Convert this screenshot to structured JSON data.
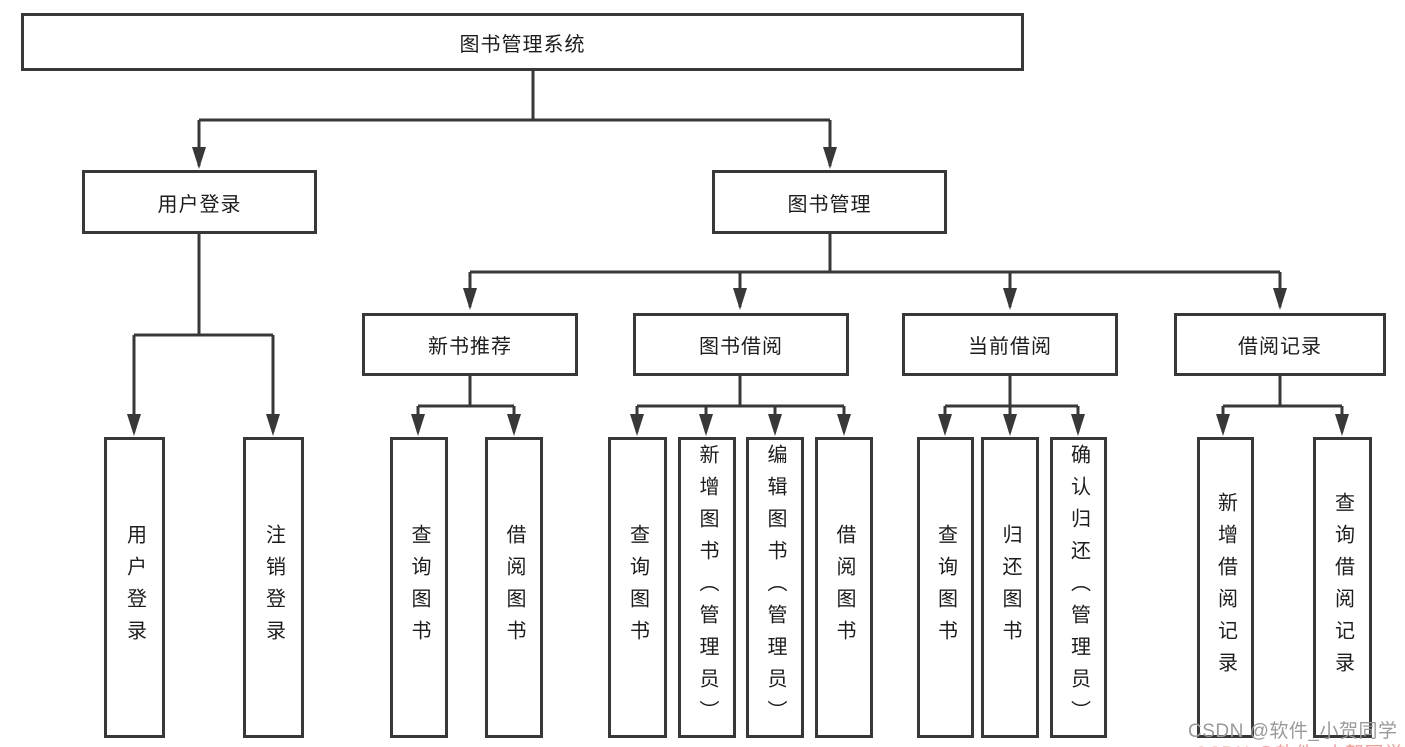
{
  "diagram_title": "图书管理系统",
  "nodes": {
    "root": {
      "label": "图书管理系统"
    },
    "user_login": {
      "label": "用户登录",
      "children": [
        {
          "label": "用户登录"
        },
        {
          "label": "注销登录"
        }
      ]
    },
    "book_management": {
      "label": "图书管理",
      "children": [
        {
          "label": "新书推荐",
          "children": [
            {
              "label": "查询图书"
            },
            {
              "label": "借阅图书"
            }
          ]
        },
        {
          "label": "图书借阅",
          "children": [
            {
              "label": "查询图书"
            },
            {
              "label": "新增图书（管理员）"
            },
            {
              "label": "编辑图书（管理员）"
            },
            {
              "label": "借阅图书"
            }
          ]
        },
        {
          "label": "当前借阅",
          "children": [
            {
              "label": "查询图书"
            },
            {
              "label": "归还图书"
            },
            {
              "label": "确认归还（管理员）"
            }
          ]
        },
        {
          "label": "借阅记录",
          "children": [
            {
              "label": "新增借阅记录"
            },
            {
              "label": "查询借阅记录"
            }
          ]
        }
      ]
    }
  },
  "colors": {
    "line": "#383838",
    "text": "#1d1d1d",
    "background": "#ffffff",
    "watermark_gray": "#9a9a9a",
    "watermark_pink": "#f29e97"
  },
  "watermark": {
    "text": "CSDN @软件_小贺同学"
  }
}
